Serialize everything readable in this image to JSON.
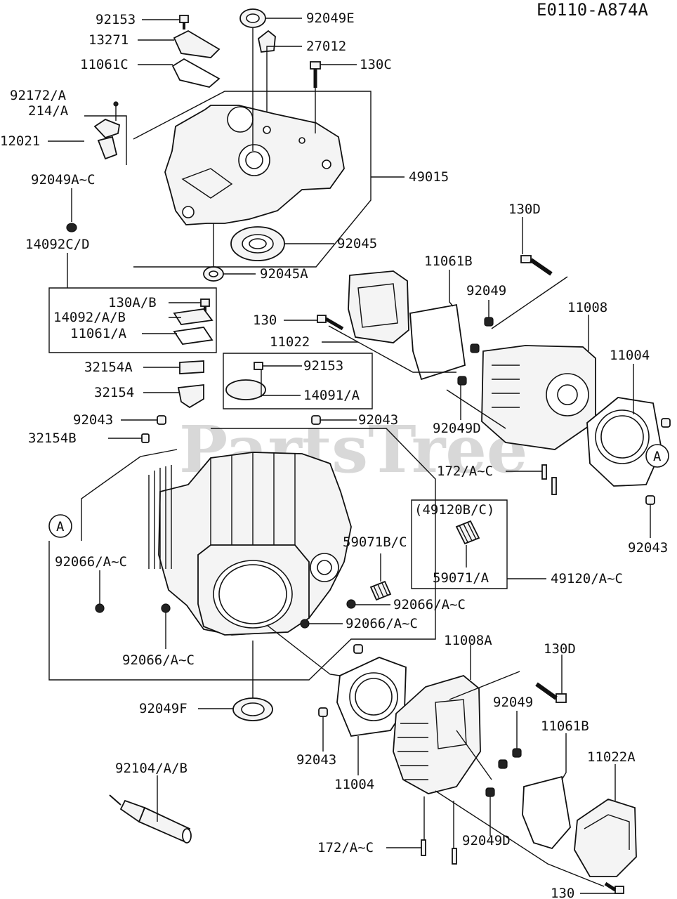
{
  "diagram_code": "E0110-A874A",
  "watermark": "PartsTree",
  "reference_letter": "A",
  "labels": {
    "p92153_top": "92153",
    "p13271": "13271",
    "p11061c": "11061C",
    "p92172a": "92172/A",
    "p214a": "214/A",
    "p12021": "12021",
    "p92049ac": "92049A~C",
    "p14092cd": "14092C/D",
    "p92049e": "92049E",
    "p27012": "27012",
    "p130c": "130C",
    "p49015": "49015",
    "p92045": "92045",
    "p92045a": "92045A",
    "p130d_top": "130D",
    "p11061b_top": "11061B",
    "p92049_top": "92049",
    "p11008": "11008",
    "p11004_top": "11004",
    "p130_mid": "130",
    "p11022": "11022",
    "p130ab": "130A/B",
    "p14092ab": "14092/A/B",
    "p11061a": "11061/A",
    "p32154a": "32154A",
    "p32154": "32154",
    "p92043_left": "92043",
    "p32154b": "32154B",
    "p92153_mid": "92153",
    "p14091a": "14091/A",
    "p92043_mid": "92043",
    "p92049d_top": "92049D",
    "p172ac_top": "172/A~C",
    "p92043_right": "92043",
    "p49120bc": "(49120B/C)",
    "p59071a": "59071/A",
    "p59071bc": "59071B/C",
    "p49120ac": "49120/A~C",
    "p92066_left": "92066/A~C",
    "p92066_mid1": "92066/A~C",
    "p92066_mid2": "92066/A~C",
    "p92066_bottom": "92066/A~C",
    "p11008a": "11008A",
    "p130d_bottom": "130D",
    "p92049f": "92049F",
    "p92049_bottom": "92049",
    "p11061b_bottom": "11061B",
    "p11022a": "11022A",
    "p92104ab": "92104/A/B",
    "p92043_bottom": "92043",
    "p11004_bottom": "11004",
    "p172ac_bottom": "172/A~C",
    "p92049d_bottom": "92049D",
    "p130_bottom": "130"
  }
}
